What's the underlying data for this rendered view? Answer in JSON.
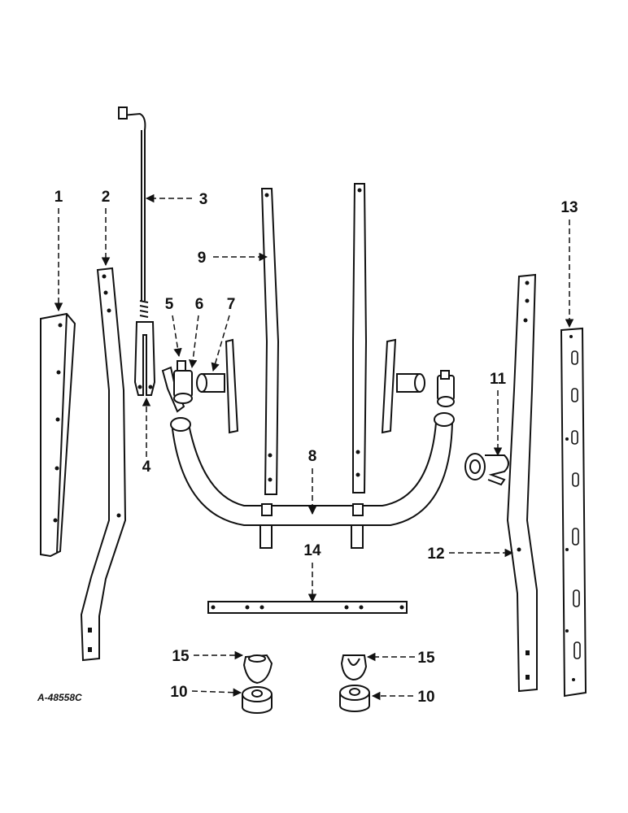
{
  "drawing_id": "A-48558C",
  "callouts": {
    "c1": "1",
    "c2": "2",
    "c3": "3",
    "c4": "4",
    "c5": "5",
    "c6": "6",
    "c7": "7",
    "c8": "8",
    "c9": "9",
    "c10a": "10",
    "c10b": "10",
    "c11": "11",
    "c12": "12",
    "c13": "13",
    "c14": "14",
    "c15a": "15",
    "c15b": "15"
  },
  "colors": {
    "ink": "#111111",
    "paper": "#ffffff"
  }
}
